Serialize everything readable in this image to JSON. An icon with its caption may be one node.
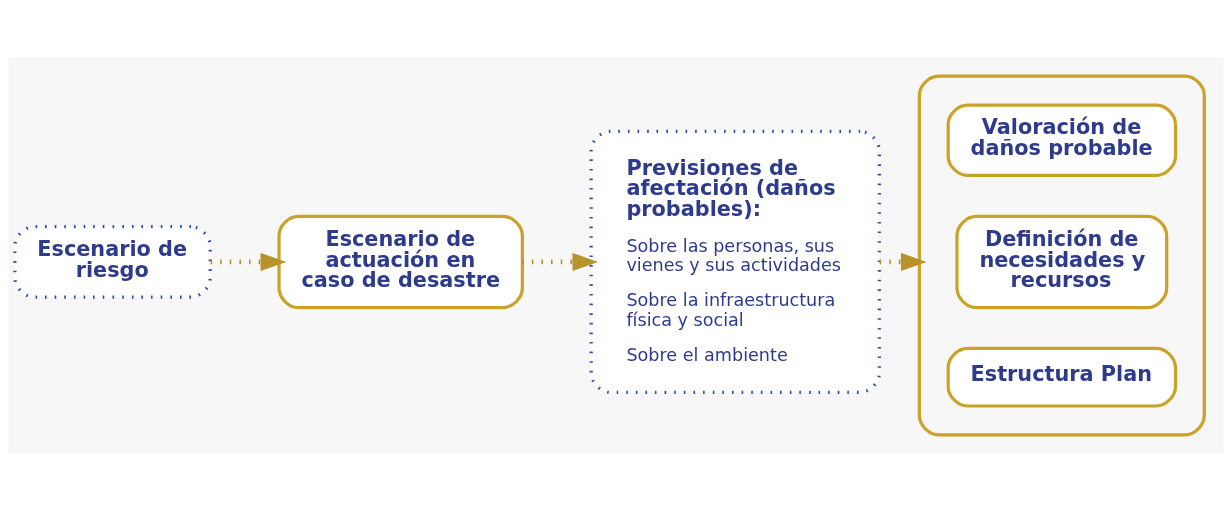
{
  "diagram": {
    "nodes": [
      {
        "text": [
          "Escenario de riesgo"
        ]
      },
      {
        "text": [
          "Escenario de actuación en caso de desastre"
        ]
      },
      {
        "text": [
          "Previsiones de afectación (daños probables):",
          "Sobre las personas, sus vienes y sus actividades",
          "Sobre la infraestructura física y social",
          "Sobre el ambiente"
        ]
      },
      {
        "text": [],
        "shape": "bracket"
      },
      {
        "text": [
          "Valoración de daños probable"
        ],
        "in": 3
      },
      {
        "text": [
          "Definición de necesidades y recursos"
        ],
        "in": 3
      },
      {
        "text": [
          "Estructura Plan"
        ],
        "in": 3
      }
    ],
    "edges": [
      {
        "from": 0,
        "to": 1,
        "arrow": "to"
      },
      {
        "from": 1,
        "to": 2,
        "arrow": "to"
      },
      {
        "from": 2,
        "to": 3,
        "arrow": "to"
      }
    ]
  }
}
